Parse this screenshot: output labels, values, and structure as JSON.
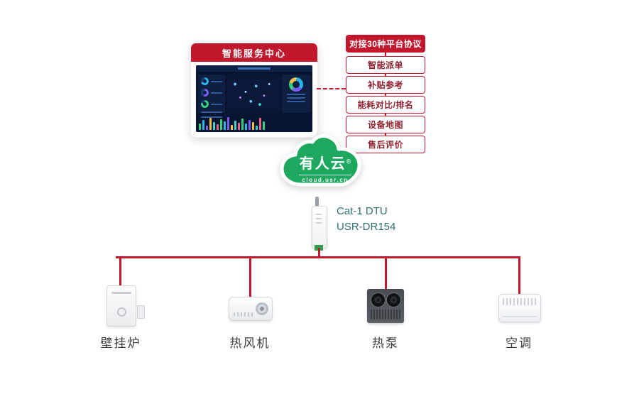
{
  "monitor": {
    "title": "智能服务中心"
  },
  "features": [
    {
      "label": "对接30种平台协议"
    },
    {
      "label": "智能派单"
    },
    {
      "label": "补贴参考"
    },
    {
      "label": "能耗对比/排名"
    },
    {
      "label": "设备地图"
    },
    {
      "label": "售后评价"
    }
  ],
  "cloud": {
    "name": "有人云",
    "reg": "®",
    "url": "cloud.usr.cn"
  },
  "dtu": {
    "model_line1": "Cat-1 DTU",
    "model_line2": "USR-DR154"
  },
  "devices": [
    {
      "label": "壁挂炉"
    },
    {
      "label": "热风机"
    },
    {
      "label": "热泵"
    },
    {
      "label": "空调"
    }
  ],
  "colors": {
    "red": "#c1182d",
    "green": "#1ea75e",
    "teal": "#2e7070"
  }
}
